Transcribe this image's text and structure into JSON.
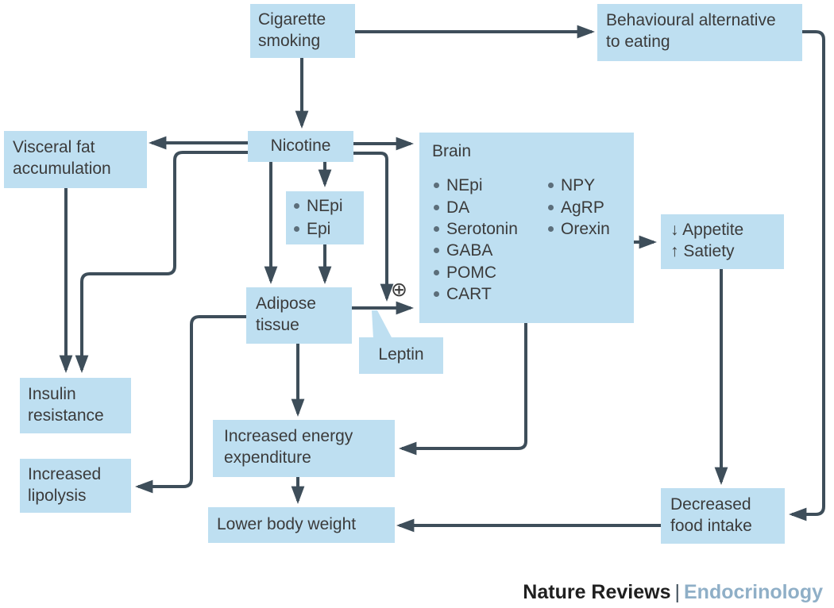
{
  "palette": {
    "box_fill": "#bedff1",
    "line": "#3e4e5a",
    "text": "#3b3b3b",
    "bullet": "#5c6e7a",
    "journal_blue": "#8fafc7",
    "brand_dark": "#1f1f1f"
  },
  "nodes": {
    "cigarette": "Cigarette smoking",
    "behavioural": "Behavioural alternative to eating",
    "visceral": "Visceral fat accumulation",
    "nicotine": "Nicotine",
    "adipose": "Adipose tissue",
    "leptin": "Leptin",
    "insulin": "Insulin resistance",
    "lipolysis": "Increased lipolysis",
    "energy": "Increased energy expenditure",
    "lower": "Lower body weight",
    "decreased": "Decreased food intake"
  },
  "nepi_epi": {
    "items": [
      "NEpi",
      "Epi"
    ]
  },
  "brain": {
    "title": "Brain",
    "col1": [
      "NEpi",
      "DA",
      "Serotonin",
      "GABA",
      "POMC",
      "CART"
    ],
    "col2": [
      "NPY",
      "AgRP",
      "Orexin"
    ]
  },
  "appetite": {
    "line1": "↓ Appetite",
    "line2": "↑ Satiety"
  },
  "glyphs": {
    "plus": "⊕"
  },
  "footer": {
    "brand": "Nature Reviews",
    "separator": "|",
    "journal": "Endocrinology"
  },
  "edges": [
    {
      "from": "Cigarette smoking",
      "to": "Nicotine"
    },
    {
      "from": "Cigarette smoking",
      "to": "Behavioural alternative to eating"
    },
    {
      "from": "Nicotine",
      "to": "Visceral fat accumulation"
    },
    {
      "from": "Nicotine",
      "to": "Insulin resistance"
    },
    {
      "from": "Visceral fat accumulation",
      "to": "Insulin resistance"
    },
    {
      "from": "Nicotine",
      "to": "Adipose tissue"
    },
    {
      "from": "Nicotine",
      "to": "NEpi / Epi"
    },
    {
      "from": "NEpi / Epi",
      "to": "Adipose tissue"
    },
    {
      "from": "Nicotine",
      "to": "Brain"
    },
    {
      "from": "Nicotine",
      "to": "Leptin signal",
      "symbol": "⊕"
    },
    {
      "from": "Adipose tissue",
      "to": "Brain",
      "via": "Leptin"
    },
    {
      "from": "Adipose tissue",
      "to": "Increased energy expenditure"
    },
    {
      "from": "Adipose tissue",
      "to": "Increased lipolysis"
    },
    {
      "from": "Brain",
      "to": "Increased energy expenditure"
    },
    {
      "from": "Brain",
      "to": "↓ Appetite ↑ Satiety"
    },
    {
      "from": "↓ Appetite ↑ Satiety",
      "to": "Decreased food intake"
    },
    {
      "from": "Behavioural alternative to eating",
      "to": "Decreased food intake"
    },
    {
      "from": "Decreased food intake",
      "to": "Lower body weight"
    },
    {
      "from": "Increased energy expenditure",
      "to": "Lower body weight"
    }
  ]
}
